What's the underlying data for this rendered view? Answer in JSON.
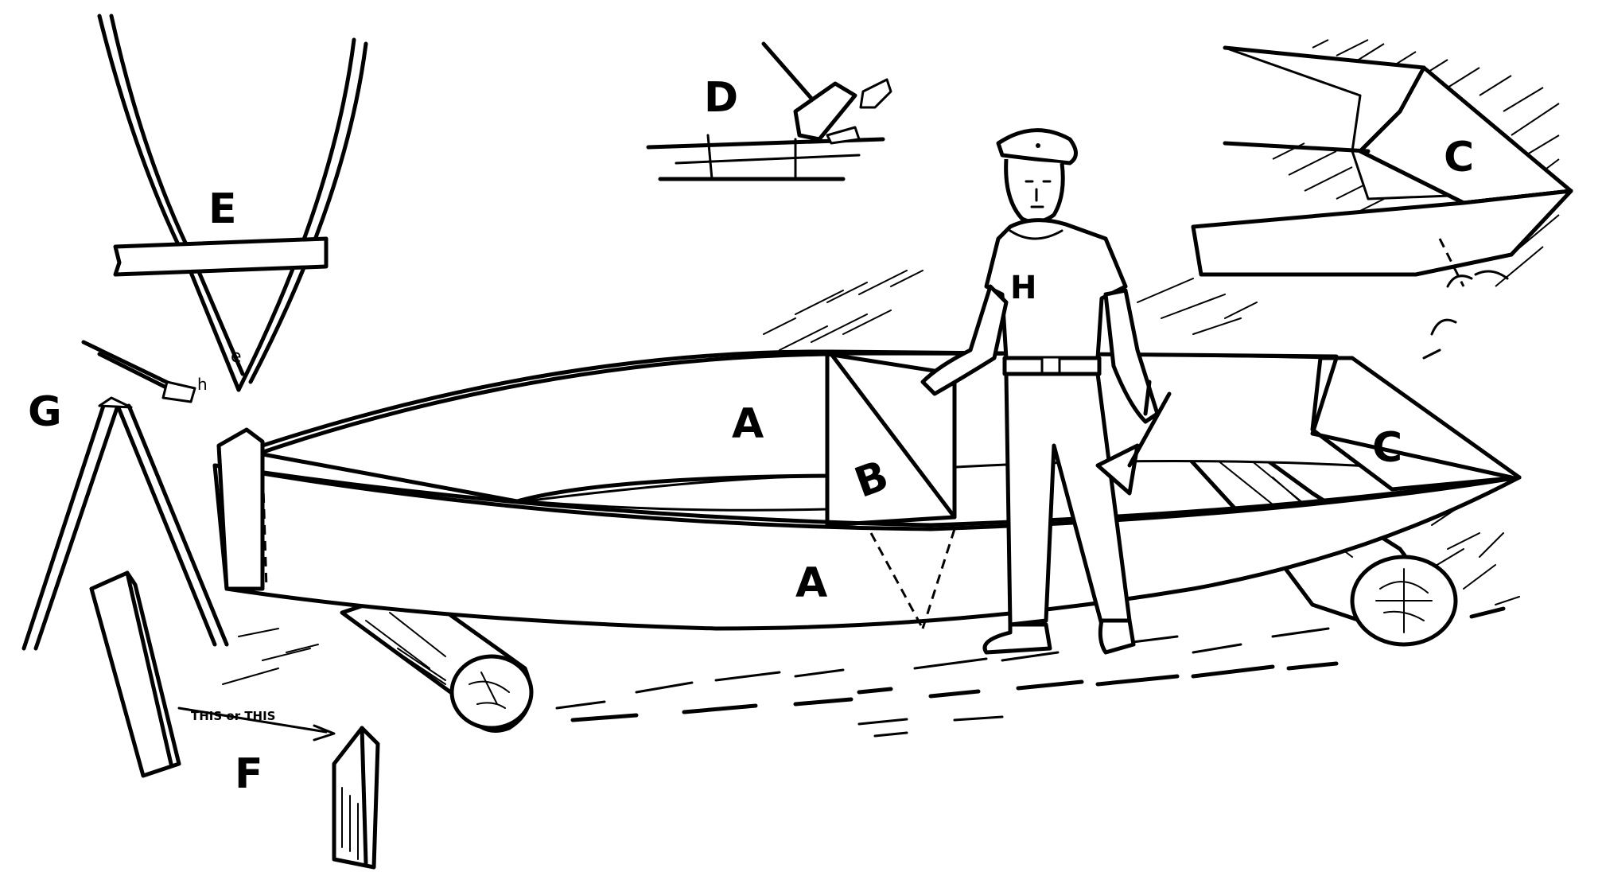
{
  "figure": {
    "labels": {
      "a_upper": "A",
      "a_lower": "A",
      "b": "B",
      "c_boat": "C",
      "c_detail": "C",
      "d": "D",
      "e": "E",
      "f": "F",
      "g": "G",
      "shirt_letter": "H",
      "e_small": "e",
      "h_small": "h",
      "this_or_this": "THIS or THIS"
    }
  }
}
